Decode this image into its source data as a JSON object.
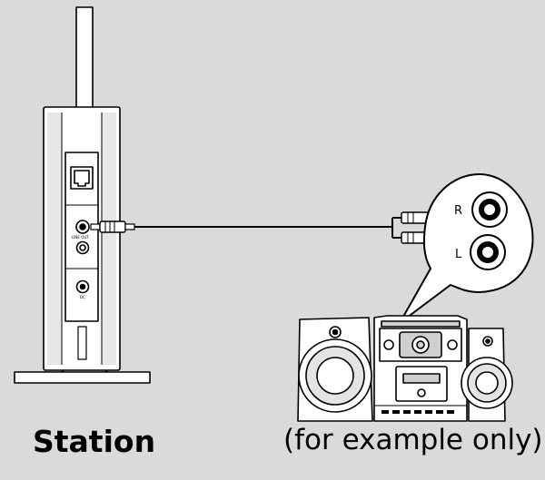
{
  "station": {
    "label": "Station",
    "line_out_label": "LINE OUT",
    "dc_label": "DC"
  },
  "hifi": {
    "label": "(for example only)"
  },
  "callout": {
    "right_label": "R",
    "left_label": "L"
  },
  "colors": {
    "background": "#dadada",
    "line": "#000000",
    "device": "#ffffff"
  }
}
